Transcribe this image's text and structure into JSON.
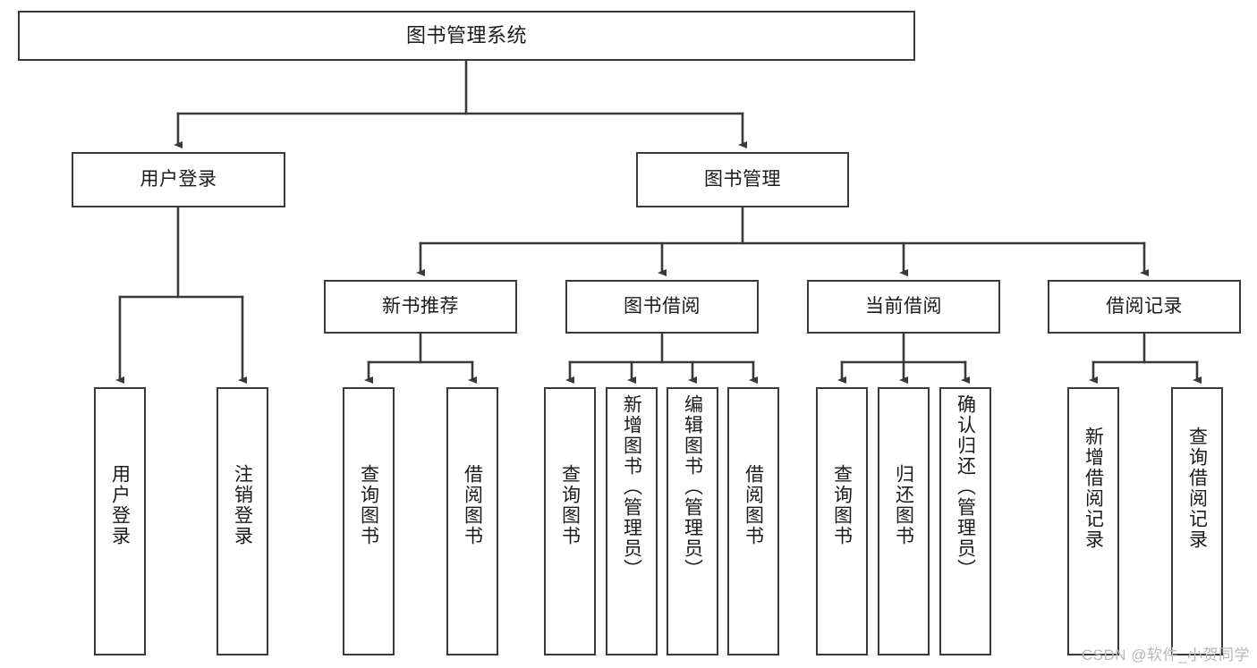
{
  "diagram": {
    "type": "tree-hierarchy",
    "title": "图书管理系统",
    "watermark": "CSDN @软件_小贺同学",
    "colors": {
      "stroke": "#3a3a3a",
      "fill": "#ffffff",
      "text": "#1b1b1b",
      "watermark": "#b8b8b8"
    },
    "levels": {
      "root": {
        "label": "图书管理系统"
      },
      "level2": [
        {
          "id": "user-login",
          "label": "用户登录"
        },
        {
          "id": "book-management",
          "label": "图书管理"
        }
      ],
      "level3": [
        {
          "id": "new-book-recommend",
          "label": "新书推荐",
          "parent": "book-management"
        },
        {
          "id": "book-borrow",
          "label": "图书借阅",
          "parent": "book-management"
        },
        {
          "id": "current-borrow",
          "label": "当前借阅",
          "parent": "book-management"
        },
        {
          "id": "borrow-record",
          "label": "借阅记录",
          "parent": "book-management"
        }
      ],
      "leaves": [
        {
          "id": "leaf-user-login",
          "label": "用户登录",
          "parent": "user-login"
        },
        {
          "id": "leaf-logout-login",
          "label": "注销登录",
          "parent": "user-login"
        },
        {
          "id": "leaf-query-book-1",
          "label": "查询图书",
          "parent": "new-book-recommend"
        },
        {
          "id": "leaf-borrow-book-1",
          "label": "借阅图书",
          "parent": "new-book-recommend"
        },
        {
          "id": "leaf-query-book-2",
          "label": "查询图书",
          "parent": "book-borrow"
        },
        {
          "id": "leaf-add-book",
          "label": "新增图书（管理员）",
          "parent": "book-borrow"
        },
        {
          "id": "leaf-edit-book",
          "label": "编辑图书（管理员）",
          "parent": "book-borrow"
        },
        {
          "id": "leaf-borrow-book-2",
          "label": "借阅图书",
          "parent": "book-borrow"
        },
        {
          "id": "leaf-query-book-3",
          "label": "查询图书",
          "parent": "current-borrow"
        },
        {
          "id": "leaf-return-book",
          "label": "归还图书",
          "parent": "current-borrow"
        },
        {
          "id": "leaf-confirm-return",
          "label": "确认归还（管理员）",
          "parent": "current-borrow"
        },
        {
          "id": "leaf-add-record",
          "label": "新增借阅记录",
          "parent": "borrow-record"
        },
        {
          "id": "leaf-query-record",
          "label": "查询借阅记录",
          "parent": "borrow-record"
        }
      ]
    }
  }
}
